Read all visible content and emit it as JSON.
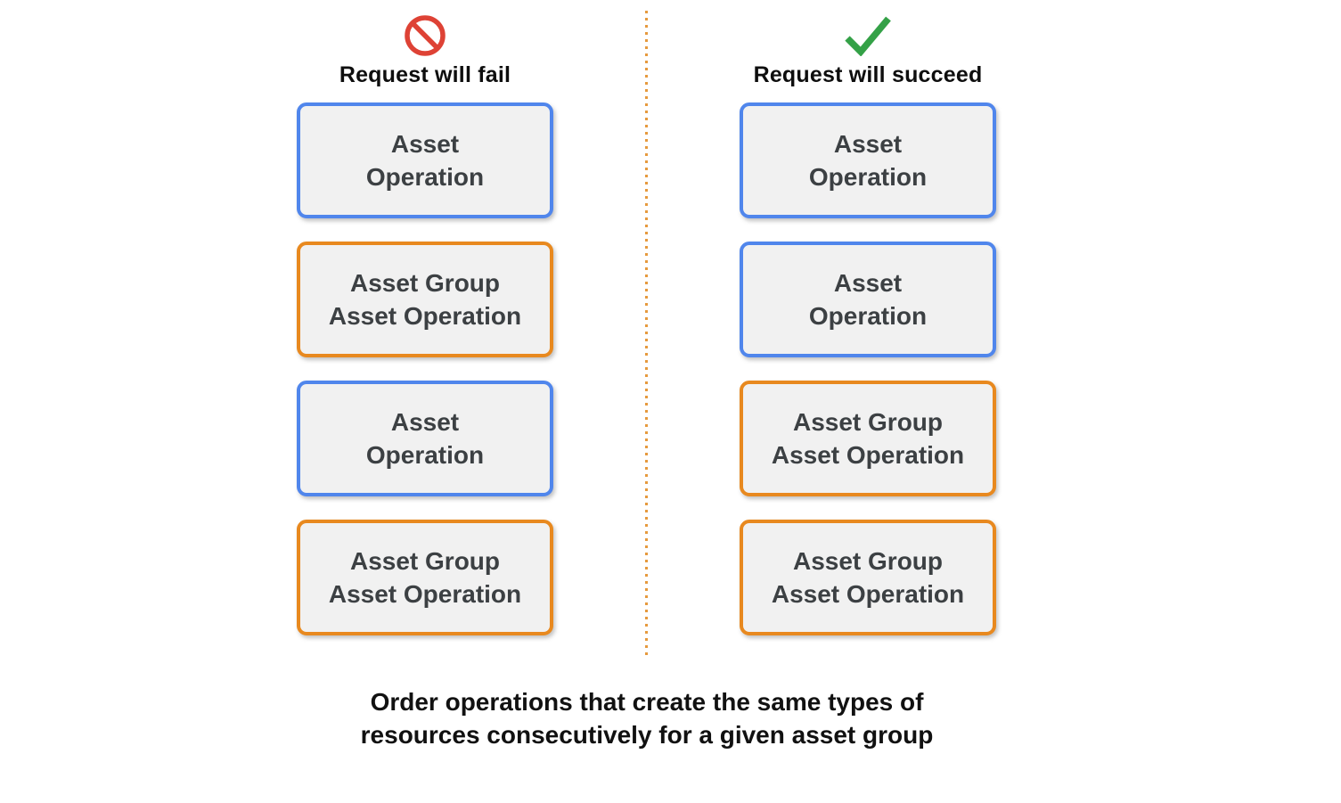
{
  "colors": {
    "background": "#ffffff",
    "blue_box_border": "#5086ec",
    "orange_box_border": "#e8891f",
    "box_background": "#f1f1f1",
    "box_text": "#3c4043",
    "header_text": "#0e0e0e",
    "fail_icon_red": "#de4235",
    "success_icon_green": "#34a147",
    "divider_orange": "#e69a3e"
  },
  "columns": [
    {
      "outcome": "fail",
      "icon": "no-entry-icon",
      "title": "Request will fail",
      "boxes": [
        {
          "type": "asset-operation",
          "border": "blue",
          "line1": "Asset",
          "line2": "Operation"
        },
        {
          "type": "asset-group-asset-operation",
          "border": "orange",
          "line1": "Asset Group",
          "line2": "Asset Operation"
        },
        {
          "type": "asset-operation",
          "border": "blue",
          "line1": "Asset",
          "line2": "Operation"
        },
        {
          "type": "asset-group-asset-operation",
          "border": "orange",
          "line1": "Asset Group",
          "line2": "Asset Operation"
        }
      ]
    },
    {
      "outcome": "succeed",
      "icon": "checkmark-icon",
      "title": "Request will succeed",
      "boxes": [
        {
          "type": "asset-operation",
          "border": "blue",
          "line1": "Asset",
          "line2": "Operation"
        },
        {
          "type": "asset-operation",
          "border": "blue",
          "line1": "Asset",
          "line2": "Operation"
        },
        {
          "type": "asset-group-asset-operation",
          "border": "orange",
          "line1": "Asset Group",
          "line2": "Asset Operation"
        },
        {
          "type": "asset-group-asset-operation",
          "border": "orange",
          "line1": "Asset Group",
          "line2": "Asset Operation"
        }
      ]
    }
  ],
  "caption": {
    "line1": "Order operations that create the same types of",
    "line2": "resources consecutively for a given asset group"
  }
}
